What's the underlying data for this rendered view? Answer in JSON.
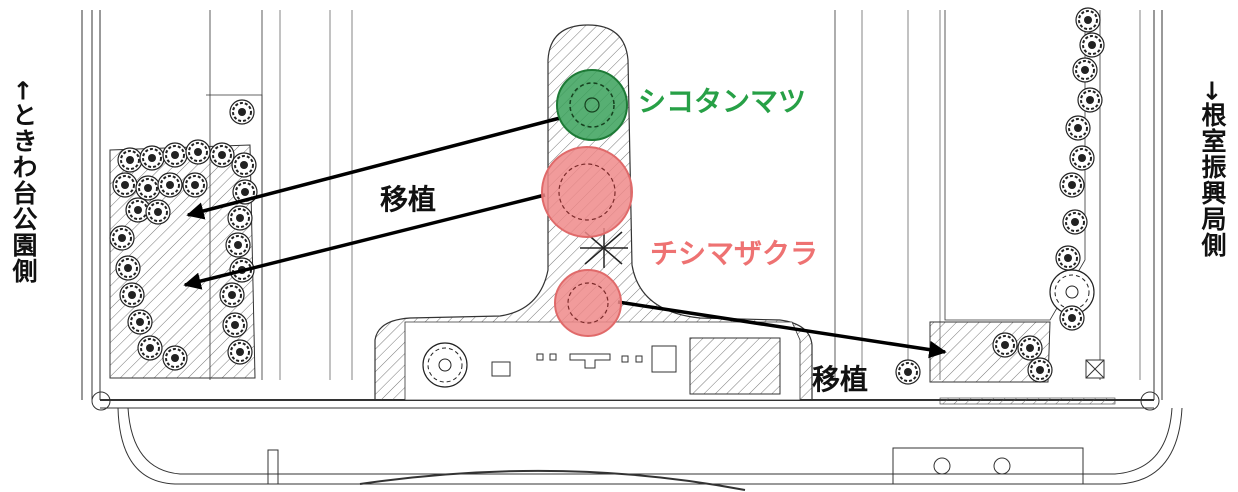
{
  "labels": {
    "left_side": "←ときわ台公園側",
    "right_side": "→根室振興局側",
    "pine": "シコタンマツ",
    "cherry": "チシマザクラ",
    "transplant_1": "移植",
    "transplant_2": "移植"
  },
  "colors": {
    "pine_fill": "#3aa15a",
    "pine_text": "#27a046",
    "cherry_fill": "#ef8a8a",
    "cherry_text": "#ee7272",
    "line": "#333333",
    "arrow": "#000000"
  },
  "icons": [
    "tree-symbol",
    "arrow"
  ]
}
